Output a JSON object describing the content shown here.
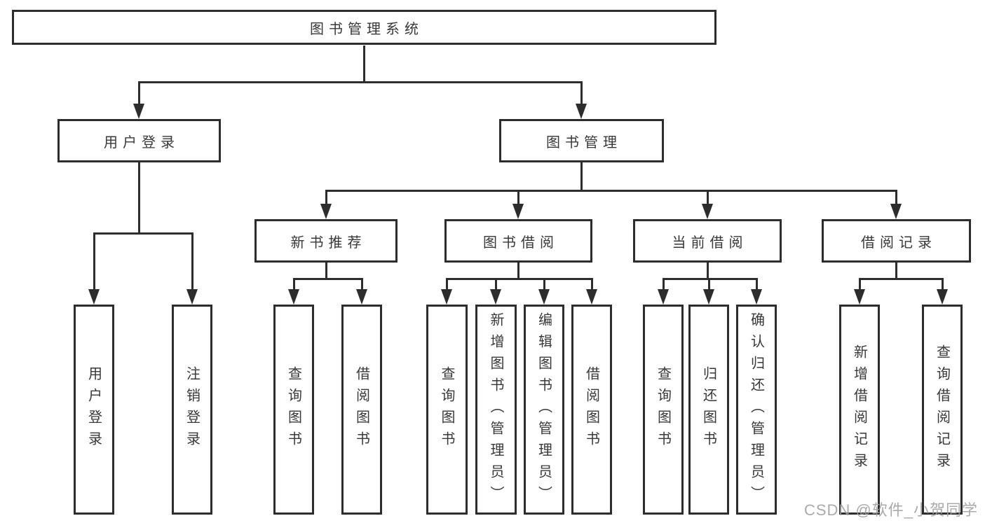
{
  "colors": {
    "background": "#ffffff",
    "line": "#2d2d2d",
    "box_border": "#2d2d2d",
    "text": "#383838",
    "watermark": "#9f9f9f"
  },
  "nodes": {
    "root": "图书管理系统",
    "user_login": "用户登录",
    "book_management": "图书管理",
    "new_book_recommend": "新书推荐",
    "book_borrowing": "图书借阅",
    "current_borrowing": "当前借阅",
    "borrowing_records": "借阅记录",
    "leaf_user_login": "用户登录",
    "leaf_logout": "注销登录",
    "leaf_nbr_query_books": "查询图书",
    "leaf_nbr_borrow_books": "借阅图书",
    "leaf_bb_query_books": "查询图书",
    "leaf_bb_add_books_admin": "新增图书（管理员）",
    "leaf_bb_edit_books_admin": "编辑图书（管理员）",
    "leaf_bb_borrow_books": "借阅图书",
    "leaf_cb_query_books": "查询图书",
    "leaf_cb_return_books": "归还图书",
    "leaf_cb_confirm_return_admin": "确认归还（管理员）",
    "leaf_br_add_record": "新增借阅记录",
    "leaf_br_query_record": "查询借阅记录"
  },
  "watermark": "CSDN @软件_小贺同学"
}
